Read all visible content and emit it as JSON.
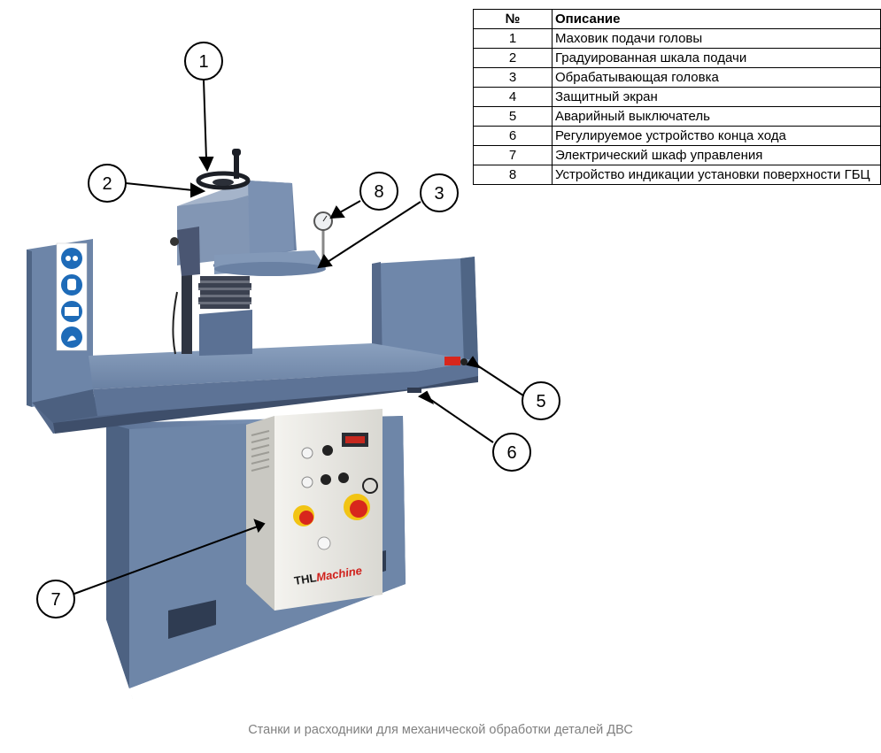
{
  "legend": {
    "header_num": "№",
    "header_desc": "Описание",
    "rows": [
      {
        "num": "1",
        "desc": "Маховик подачи головы"
      },
      {
        "num": "2",
        "desc": "Градуированная шкала подачи"
      },
      {
        "num": "3",
        "desc": "Обрабатывающая головка"
      },
      {
        "num": "4",
        "desc": "Защитный экран"
      },
      {
        "num": "5",
        "desc": "Аварийный выключатель"
      },
      {
        "num": "6",
        "desc": "Регулируемое устройство конца хода"
      },
      {
        "num": "7",
        "desc": "Электрический шкаф управления"
      },
      {
        "num": "8",
        "desc": "Устройство индикации установки поверхности ГБЦ"
      }
    ]
  },
  "callouts": [
    "1",
    "2",
    "3",
    "5",
    "6",
    "7",
    "8"
  ],
  "machine": {
    "brand_prefix": "THL",
    "brand_name": "Machine"
  },
  "colors": {
    "machine_body": "#6f86a8",
    "machine_dark": "#4f6585",
    "cabinet": "#ecebe6",
    "stop_red": "#d8261c",
    "stop_yellow": "#f2c414",
    "brand_red": "#d0201b"
  },
  "caption": "Станки и расходники для механической обработки деталей ДВС"
}
